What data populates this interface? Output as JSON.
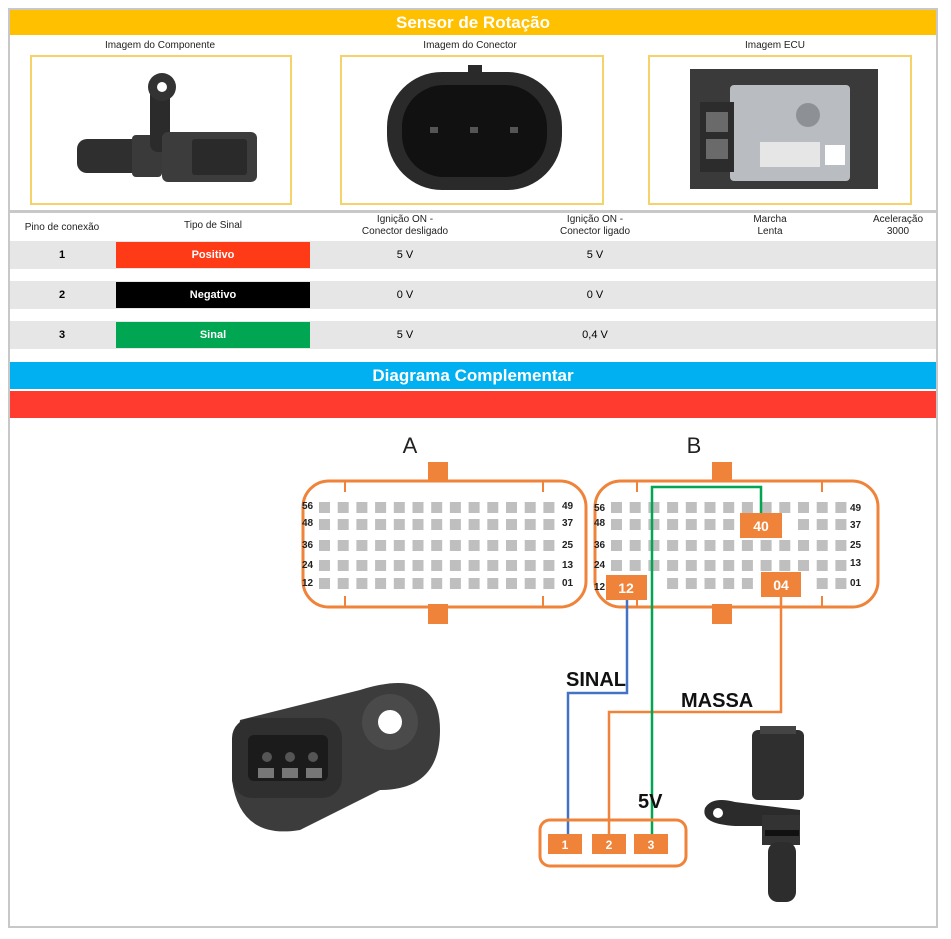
{
  "header": {
    "title": "Sensor de Rotação"
  },
  "images": {
    "component_caption": "Imagem do Componente",
    "connector_caption": "Imagem do Conector",
    "ecu_caption": "Imagem ECU"
  },
  "table": {
    "headers": {
      "pin": "Pino de conexão",
      "signal_type": "Tipo de Sinal",
      "ign_on_disc_1": "Ignição ON -",
      "ign_on_disc_2": "Conector desligado",
      "ign_on_conn_1": "Ignição ON -",
      "ign_on_conn_2": "Conector ligado",
      "idle_1": "Marcha",
      "idle_2": "Lenta",
      "accel_1": "Aceleração",
      "accel_2": "3000"
    },
    "rows": [
      {
        "pin": "1",
        "signal": "Positivo",
        "color": "#ff3b17",
        "ign_off": "5 V",
        "ign_on": "5 V"
      },
      {
        "pin": "2",
        "signal": "Negativo",
        "color": "#000000",
        "ign_off": "0 V",
        "ign_on": "0 V"
      },
      {
        "pin": "3",
        "signal": "Sinal",
        "color": "#00a651",
        "ign_off": "5 V",
        "ign_on": "0,4 V"
      }
    ]
  },
  "section2": {
    "title": "Diagrama Complementar"
  },
  "diagram": {
    "connector_a_label": "A",
    "connector_b_label": "B",
    "row_labels_left": [
      "56",
      "48",
      "36",
      "24",
      "12"
    ],
    "row_labels_right": [
      "49",
      "37",
      "25",
      "13",
      "01"
    ],
    "pin_40": "40",
    "pin_12": "12",
    "pin_04": "04",
    "wire_sinal": "SINAL",
    "wire_massa": "MASSA",
    "wire_5v": "5V",
    "sensor_pins": [
      "1",
      "2",
      "3"
    ],
    "colors": {
      "orange": "#f0833a",
      "blue": "#4472c4",
      "green": "#00a651",
      "pad": "#bfbfbf"
    }
  }
}
